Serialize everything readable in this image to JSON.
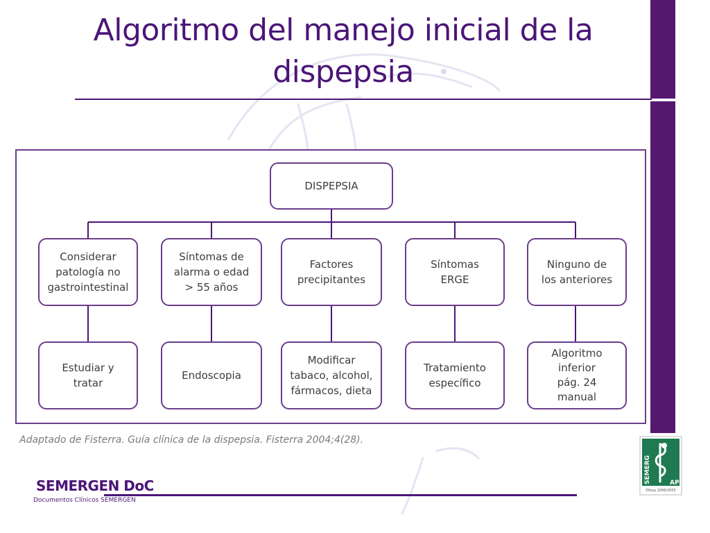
{
  "title": {
    "line1": "Algoritmo del manejo inicial de la",
    "line2": "dispepsia"
  },
  "diagram": {
    "root": "DISPEPSIA",
    "branches": [
      {
        "condition": "Considerar\npatología no\ngastrointestinal",
        "action": "Estudiar y\ntratar"
      },
      {
        "condition": "Síntomas de\nalarma o edad\n> 55 años",
        "action": "Endoscopia"
      },
      {
        "condition": "Factores\nprecipitantes",
        "action": "Modificar\ntabaco, alcohol,\nfármacos, dieta"
      },
      {
        "condition": "Síntomas\nERGE",
        "action": "Tratamiento\nespecífico"
      },
      {
        "condition": "Ninguno de\nlos anteriores",
        "action": "Algoritmo\ninferior\npág. 24\nmanual"
      }
    ]
  },
  "citation": "Adaptado de Fisterra. Guía clínica de la dispepsia. Fisterra 2004;4(28).",
  "footer": {
    "brand": "SEMERGEN DoC",
    "subtitle": "Documentos Clínicos SEMERGEN"
  },
  "logo": {
    "vertical_text": "SEMERG",
    "badge_text": "AP",
    "caption": "Dfoya 2006/2005"
  },
  "colors": {
    "accent": "#4b1677",
    "sidebar": "#54186f",
    "box_border": "#6a3d8c",
    "box_text": "#3d3d3d",
    "logo_bg": "#1f7a52"
  }
}
